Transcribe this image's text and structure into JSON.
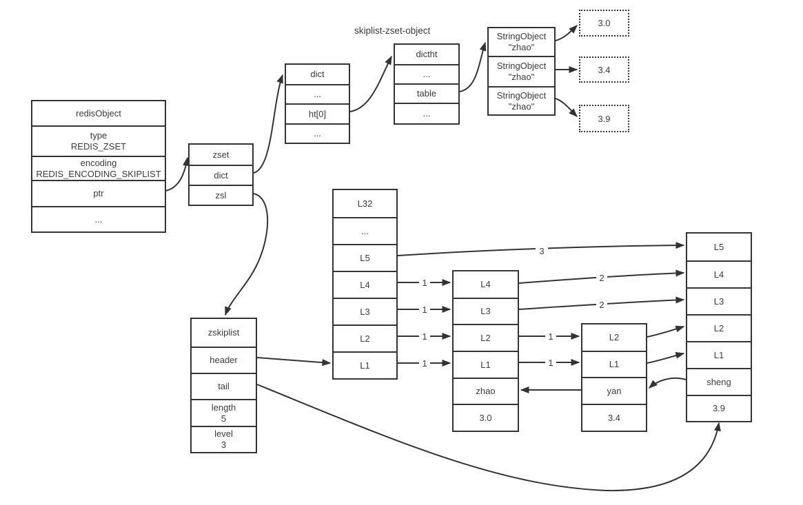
{
  "title": "skiplist-zset-object",
  "colors": {
    "line": "#333333",
    "text": "#3b3b3b",
    "background": "#ffffff"
  },
  "boxes": {
    "redis_object": {
      "rows": [
        {
          "line1": "redisObject"
        },
        {
          "line1": "type",
          "line2": "REDIS_ZSET"
        },
        {
          "line1": "encoding",
          "line2": "REDIS_ENCODING_SKIPLIST"
        },
        {
          "line1": "ptr"
        },
        {
          "line1": "..."
        }
      ]
    },
    "zset": {
      "rows": [
        {
          "line1": "zset"
        },
        {
          "line1": "dict"
        },
        {
          "line1": "zsl"
        }
      ]
    },
    "dict": {
      "rows": [
        {
          "line1": "dict"
        },
        {
          "line1": "..."
        },
        {
          "line1": "ht[0]"
        },
        {
          "line1": "..."
        }
      ]
    },
    "dictht": {
      "rows": [
        {
          "line1": "dictht"
        },
        {
          "line1": "..."
        },
        {
          "line1": "table"
        },
        {
          "line1": "..."
        }
      ]
    },
    "string_objects": {
      "rows": [
        {
          "line1": "StringObject",
          "line2": "\"zhao\""
        },
        {
          "line1": "StringObject",
          "line2": "\"zhao\""
        },
        {
          "line1": "StringObject",
          "line2": "\"zhao\""
        }
      ]
    },
    "scores": {
      "values": [
        "3.0",
        "3.4",
        "3.9"
      ]
    },
    "zskiplist": {
      "rows": [
        {
          "line1": "zskiplist"
        },
        {
          "line1": "header"
        },
        {
          "line1": "tail"
        },
        {
          "line1": "length",
          "line2": "5"
        },
        {
          "line1": "level",
          "line2": "3"
        }
      ]
    },
    "header_node": {
      "rows": [
        {
          "line1": "L32"
        },
        {
          "line1": "..."
        },
        {
          "line1": "L5"
        },
        {
          "line1": "L4"
        },
        {
          "line1": "L3"
        },
        {
          "line1": "L2"
        },
        {
          "line1": "L1"
        }
      ]
    },
    "zhao_node": {
      "rows": [
        {
          "line1": "L4"
        },
        {
          "line1": "L3"
        },
        {
          "line1": "L2"
        },
        {
          "line1": "L1"
        },
        {
          "line1": "zhao"
        },
        {
          "line1": "3.0"
        }
      ]
    },
    "yan_node": {
      "rows": [
        {
          "line1": "L2"
        },
        {
          "line1": "L1"
        },
        {
          "line1": "yan"
        },
        {
          "line1": "3.4"
        }
      ]
    },
    "sheng_node": {
      "rows": [
        {
          "line1": "L5"
        },
        {
          "line1": "L4"
        },
        {
          "line1": "L3"
        },
        {
          "line1": "L2"
        },
        {
          "line1": "L1"
        },
        {
          "line1": "sheng"
        },
        {
          "line1": "3.9"
        }
      ]
    }
  },
  "span_labels": {
    "header_l5_to_sheng": "3",
    "header_l4_to_zhao": "1",
    "header_l3_to_zhao": "1",
    "header_l2_to_zhao": "1",
    "header_l1_to_zhao": "1",
    "zhao_l4_to_sheng": "2",
    "zhao_l3_to_sheng": "2",
    "zhao_l2_to_yan": "1",
    "zhao_l1_to_yan": "1"
  }
}
